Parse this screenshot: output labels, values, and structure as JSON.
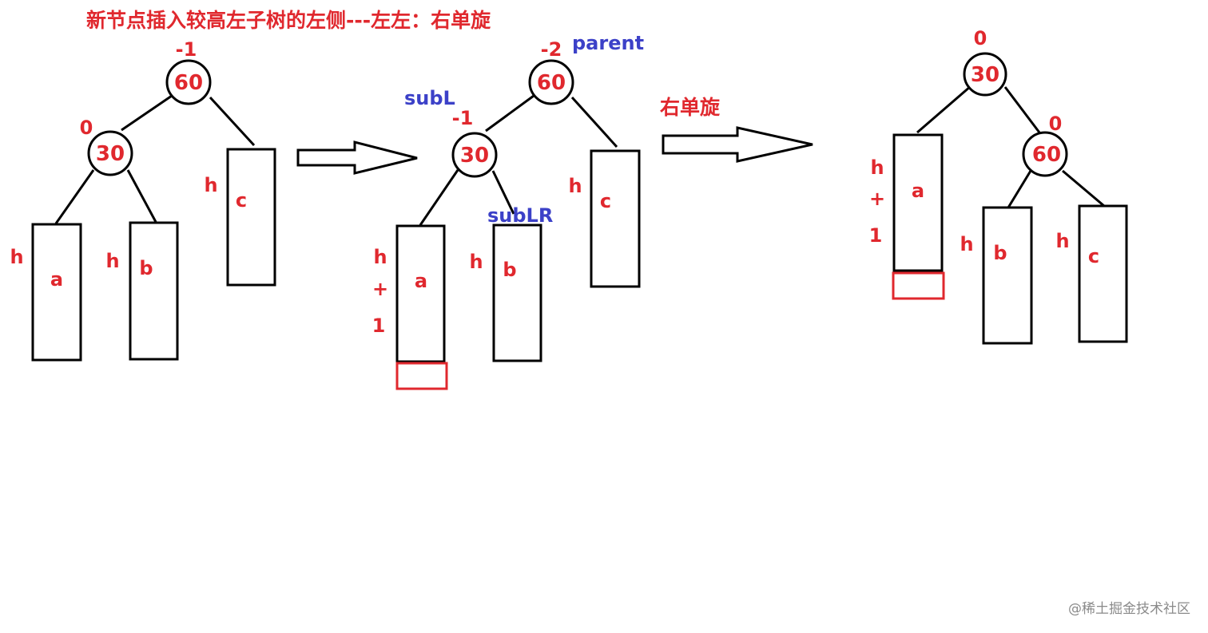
{
  "title": "新节点插入较高左子树的左侧---左左：右单旋",
  "rotation_label": "右单旋",
  "watermark": "@稀土掘金技术社区",
  "stage1": {
    "root": {
      "value": "60",
      "bf": "-1"
    },
    "left": {
      "value": "30",
      "bf": "0"
    },
    "subtree_a": {
      "name": "a",
      "height": "h"
    },
    "subtree_b": {
      "name": "b",
      "height": "h"
    },
    "subtree_c": {
      "name": "c",
      "height": "h"
    }
  },
  "stage2": {
    "root": {
      "value": "60",
      "bf": "-2",
      "tag": "parent"
    },
    "left": {
      "value": "30",
      "bf": "-1",
      "tag": "subL"
    },
    "subLR_tag": "subLR",
    "subtree_a": {
      "name": "a",
      "height_parts": [
        "h",
        "+",
        "1"
      ]
    },
    "subtree_b": {
      "name": "b",
      "height": "h"
    },
    "subtree_c": {
      "name": "c",
      "height": "h"
    }
  },
  "stage3": {
    "root": {
      "value": "30",
      "bf": "0"
    },
    "right": {
      "value": "60",
      "bf": "0"
    },
    "subtree_a": {
      "name": "a",
      "height_parts": [
        "h",
        "+",
        "1"
      ]
    },
    "subtree_b": {
      "name": "b",
      "height": "h"
    },
    "subtree_c": {
      "name": "c",
      "height": "h"
    }
  }
}
